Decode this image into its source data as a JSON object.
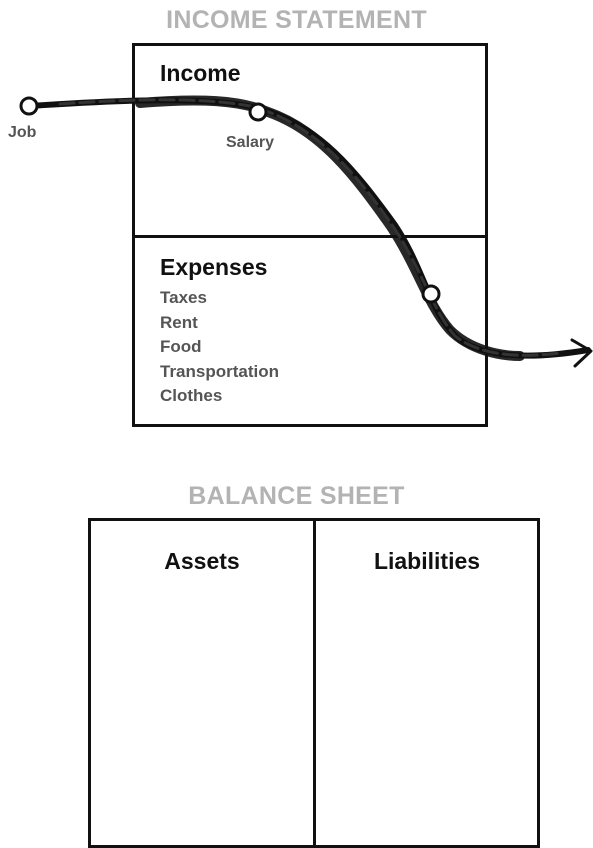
{
  "income_statement": {
    "title": "INCOME STATEMENT",
    "income_heading": "Income",
    "expenses_heading": "Expenses",
    "expense_items": [
      "Taxes",
      "Rent",
      "Food",
      "Transportation",
      "Clothes"
    ]
  },
  "cash_flow": {
    "source_label": "Job",
    "income_label": "Salary"
  },
  "balance_sheet": {
    "title": "BALANCE SHEET",
    "assets_heading": "Assets",
    "liabilities_heading": "Liabilities"
  }
}
